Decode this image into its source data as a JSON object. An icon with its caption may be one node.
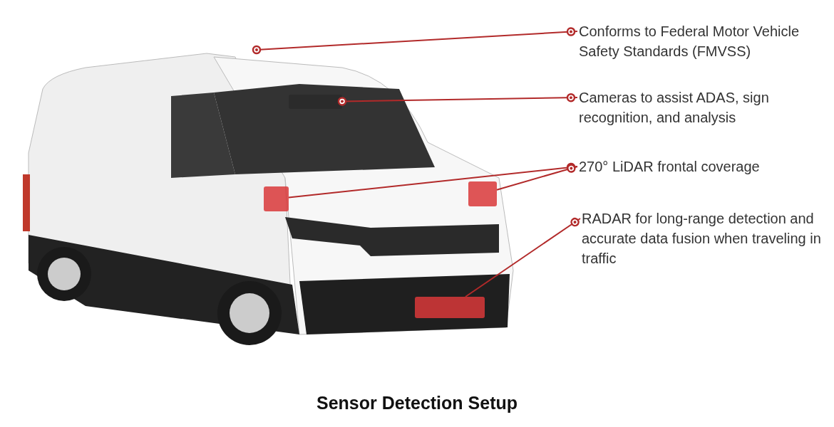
{
  "diagram": {
    "title": "Sensor Detection Setup",
    "nodes": [
      {
        "text": [
          "Conforms to Federal Motor Vehicle Safety Standards (FMVSS)"
        ]
      },
      {
        "text": [
          "Cameras to assist ADAS, sign recognition, and analysis"
        ]
      },
      {
        "text": [
          "270° LiDAR frontal coverage"
        ]
      },
      {
        "text": [
          "RADAR for long-range detection and accurate data fusion when traveling in traffic"
        ]
      },
      {
        "text": [],
        "shape": "box"
      },
      {
        "text": [],
        "shape": "box"
      },
      {
        "text": [],
        "shape": "box"
      },
      {
        "text": [],
        "shape": "box"
      }
    ],
    "edges": [
      {
        "from": 0,
        "to": null,
        "arrow": "other"
      },
      {
        "from": 1,
        "to": 4,
        "arrow": "other"
      },
      {
        "from": 2,
        "to": 5,
        "arrow": "other"
      },
      {
        "from": 2,
        "to": 6,
        "arrow": "other"
      },
      {
        "from": 3,
        "to": 7,
        "arrow": "other"
      }
    ]
  }
}
